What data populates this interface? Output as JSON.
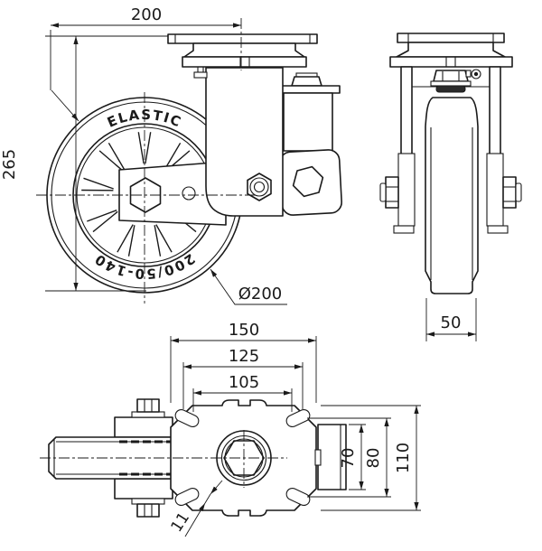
{
  "drawing": {
    "type": "caster-technical-drawing",
    "colors": {
      "background": "#ffffff",
      "line": "#1a1a1a"
    },
    "wheel_markings": {
      "brand": "ELASTIC",
      "size_code": "200/50-140"
    },
    "dimensions": {
      "front": {
        "offset_length": "200",
        "total_height": "265",
        "wheel_diameter": "Ø200"
      },
      "side": {
        "tread_width": "50"
      },
      "plan": {
        "plate_length": "150",
        "bolt_spacing_outer": "125",
        "bolt_spacing_inner": "105",
        "plate_width": "110",
        "bolt_spacing_depth": "80",
        "housing_width": "70",
        "slot_width": "11"
      }
    }
  }
}
